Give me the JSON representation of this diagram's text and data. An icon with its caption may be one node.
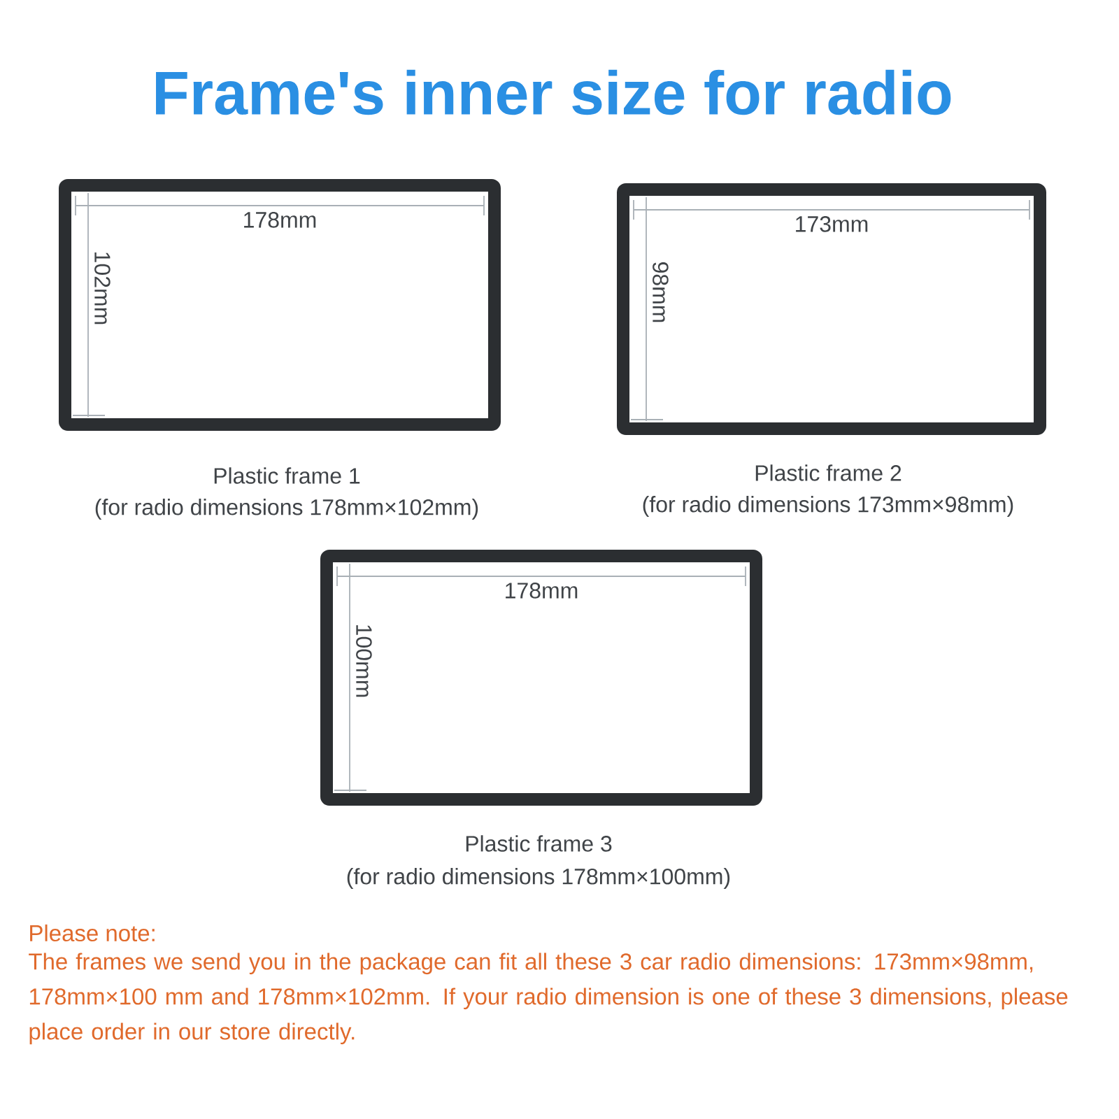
{
  "diagram": {
    "title": "Frame's inner size for radio",
    "nodes": [
      {
        "text": [
          "178mm",
          "102mm"
        ],
        "beside": [
          "Plastic frame 1",
          "(for radio dimensions 178mm×102mm)"
        ]
      },
      {
        "text": [
          "173mm",
          "98mm"
        ],
        "beside": [
          "Plastic frame 2",
          "(for radio dimensions 173mm×98mm)"
        ]
      },
      {
        "text": [
          "178mm",
          "100mm"
        ],
        "beside": [
          "Plastic frame 3",
          "(for radio dimensions 178mm×100mm)"
        ]
      }
    ],
    "labels": [
      "Please note:",
      "The frames we send you in the package can fit all these 3 car radio dimensions: 173mm×98mm,  178mm×100 mm and  178mm×102mm. If your radio dimension is one of these 3 dimensions, please place order in our store directly."
    ]
  }
}
